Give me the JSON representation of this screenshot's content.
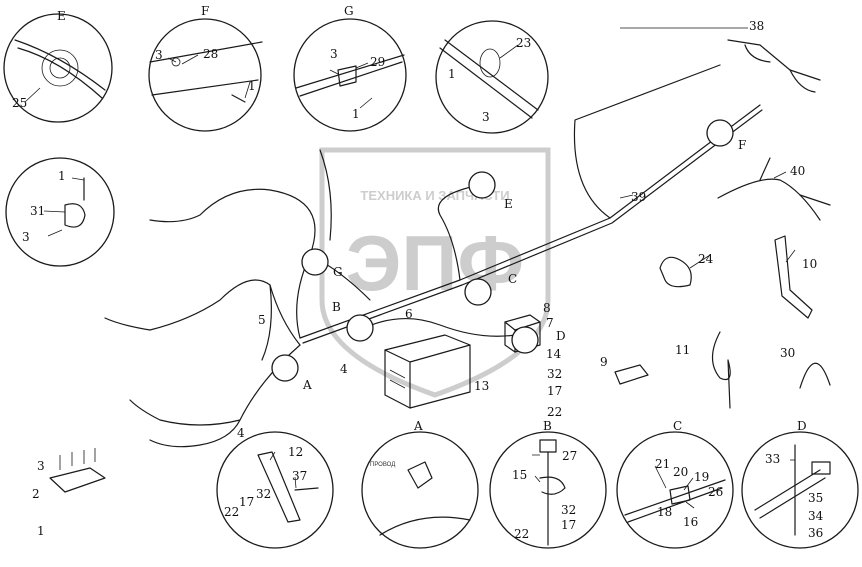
{
  "watermark": {
    "text": "ТЕХНИКА И ЗАПЧАСТИ",
    "logo": "ЭПФ"
  },
  "callouts": {
    "detail_E": "E",
    "detail_F": "F",
    "detail_G": "G",
    "detail_A": "A",
    "detail_B": "B",
    "detail_C": "C",
    "detail_D": "D",
    "ref_A": "A",
    "ref_B": "B",
    "ref_C": "C",
    "ref_D": "D",
    "ref_E": "E",
    "ref_F": "F",
    "ref_G": "G"
  },
  "parts": {
    "p1": "1",
    "p2": "2",
    "p3": "3",
    "p4": "4",
    "p5": "5",
    "p6": "6",
    "p7": "7",
    "p8": "8",
    "p9": "9",
    "p10": "10",
    "p11": "11",
    "p12": "12",
    "p13": "13",
    "p14": "14",
    "p15": "15",
    "p16": "16",
    "p17": "17",
    "p18": "18",
    "p19": "19",
    "p20": "20",
    "p21": "21",
    "p22": "22",
    "p23": "23",
    "p24": "24",
    "p25": "25",
    "p26": "26",
    "p27": "27",
    "p28": "28",
    "p29": "29",
    "p30": "30",
    "p31": "31",
    "p32": "32",
    "p33": "33",
    "p34": "34",
    "p35": "35",
    "p36": "36",
    "p37": "37",
    "p38": "38",
    "p39": "39",
    "p40": "40"
  },
  "tiny_label": "ПРОВОД"
}
